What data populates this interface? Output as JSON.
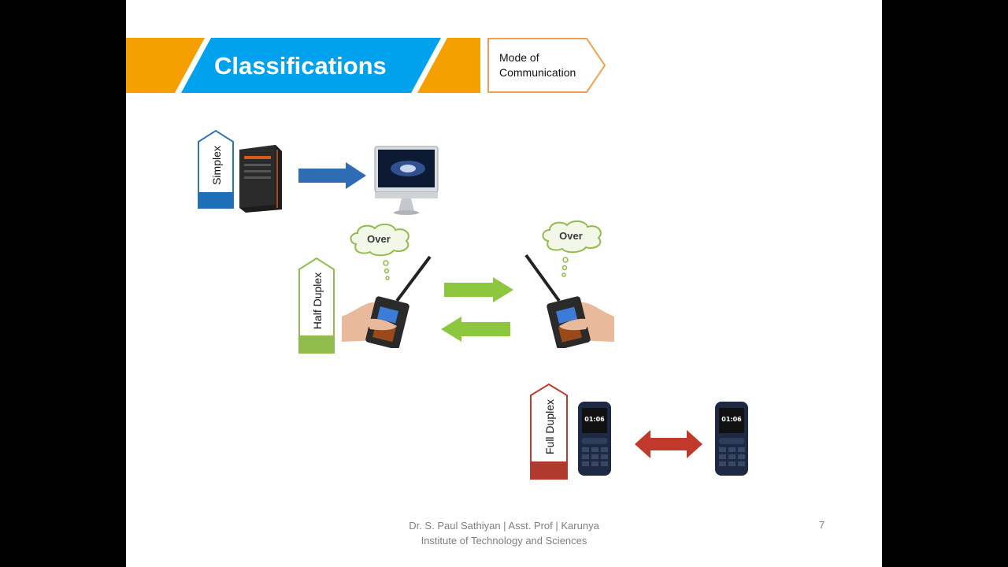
{
  "slide": {
    "title": "Classifications",
    "mode_box": {
      "line1": "Mode of",
      "line2": "Communication"
    },
    "simplex": {
      "label": "Simplex",
      "color": "#2e75b6"
    },
    "half_duplex": {
      "label": "Half Duplex",
      "color": "#8fbc4c",
      "bubble_left": "Over",
      "bubble_right": "Over"
    },
    "full_duplex": {
      "label": "Full Duplex",
      "color": "#c0392b",
      "phone_time_left": "01:06",
      "phone_time_right": "01:06"
    },
    "footer": {
      "line1": "Dr. S. Paul Sathiyan | Asst. Prof | Karunya",
      "line2": "Institute of Technology and Sciences"
    },
    "page_number": "7"
  },
  "colors": {
    "banner_orange": "#f5a000",
    "banner_blue": "#00a2ed",
    "arrow_blue": "#2e6db4",
    "arrow_green": "#8dc63f",
    "arrow_red": "#c0392b"
  },
  "icons": [
    "speaker-icon",
    "desktop-tower-icon",
    "imac-monitor-icon",
    "walkie-talkie-icon",
    "feature-phone-icon"
  ]
}
